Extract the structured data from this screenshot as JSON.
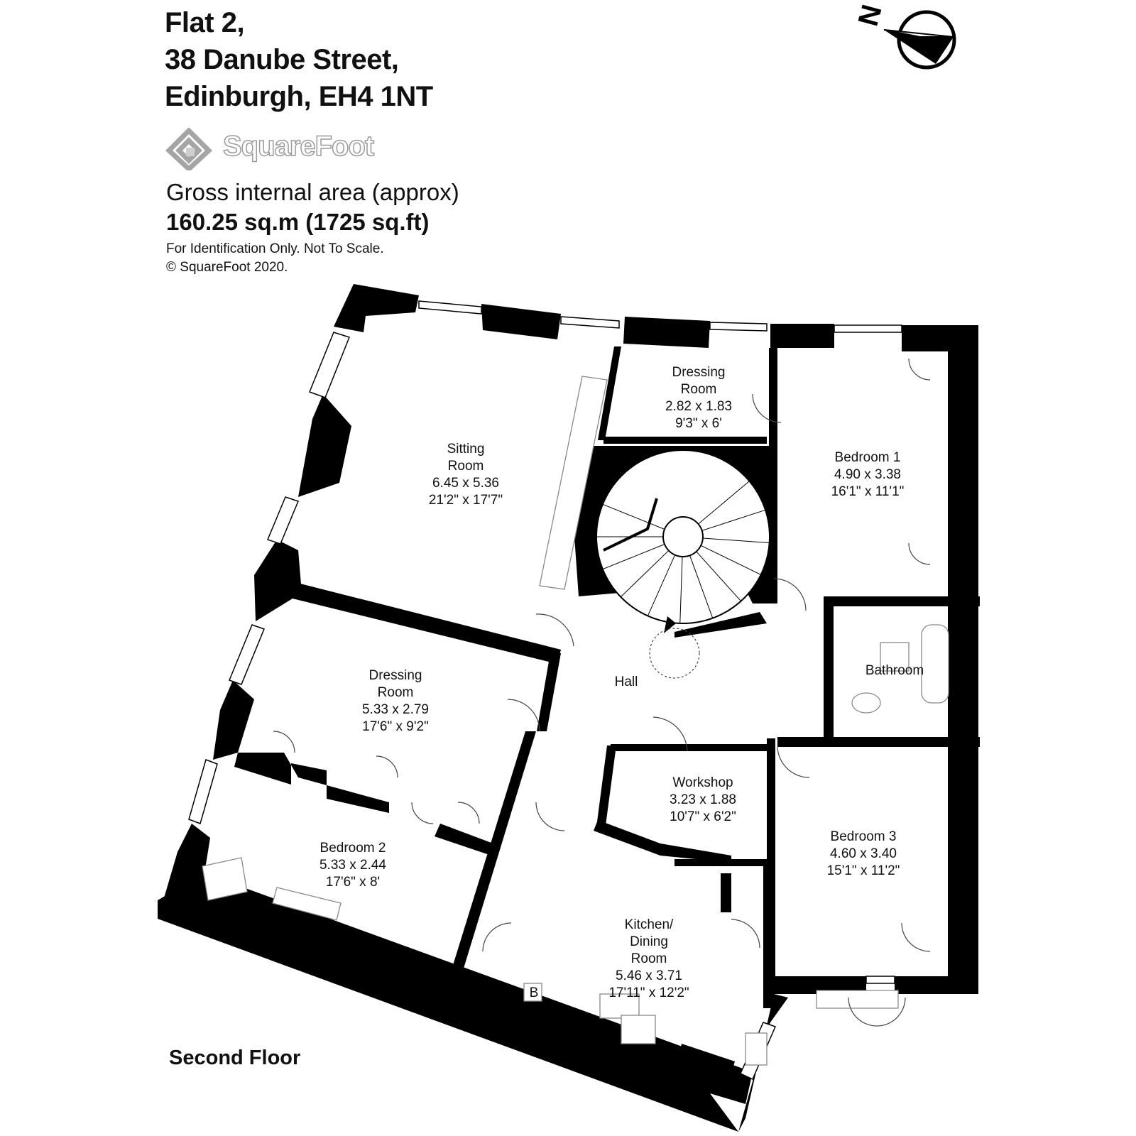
{
  "header": {
    "address_line1": "Flat 2,",
    "address_line2": "38 Danube Street,",
    "address_line3": "Edinburgh, EH4 1NT"
  },
  "logo": {
    "brand": "SquareFoot"
  },
  "area": {
    "label": "Gross internal area (approx)",
    "value": "160.25 sq.m (1725 sq.ft)"
  },
  "notes": {
    "disclaimer": "For Identification Only. Not To Scale.",
    "copyright": "© SquareFoot 2020."
  },
  "compass": {
    "letter": "N"
  },
  "floor": {
    "label": "Second Floor"
  },
  "rooms": {
    "sitting": {
      "line1": "Sitting",
      "line2": "Room",
      "metric": "6.45 x 5.36",
      "imperial": "21'2\" x 17'7\""
    },
    "dressing_top": {
      "line1": "Dressing",
      "line2": "Room",
      "metric": "2.82 x 1.83",
      "imperial": "9'3\" x 6'"
    },
    "bedroom1": {
      "name": "Bedroom 1",
      "metric": "4.90 x 3.38",
      "imperial": "16'1\" x 11'1\""
    },
    "dressing_mid": {
      "line1": "Dressing",
      "line2": "Room",
      "metric": "5.33 x 2.79",
      "imperial": "17'6\" x 9'2\""
    },
    "hall": {
      "name": "Hall"
    },
    "bathroom": {
      "name": "Bathroom"
    },
    "workshop": {
      "name": "Workshop",
      "metric": "3.23 x 1.88",
      "imperial": "10'7\" x 6'2\""
    },
    "bedroom3": {
      "name": "Bedroom 3",
      "metric": "4.60 x 3.40",
      "imperial": "15'1\" x 11'2\""
    },
    "bedroom2": {
      "name": "Bedroom 2",
      "metric": "5.33 x 2.44",
      "imperial": "17'6\" x 8'"
    },
    "kitchen": {
      "line1": "Kitchen/",
      "line2": "Dining",
      "line3": "Room",
      "metric": "5.46 x 3.71",
      "imperial": "17'11\" x 12'2\""
    },
    "boiler": {
      "label": "B"
    }
  }
}
